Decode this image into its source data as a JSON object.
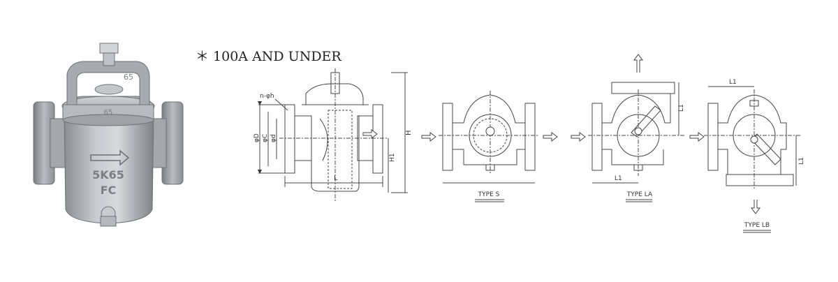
{
  "heading": "＊ 100A AND UNDER",
  "photo": {
    "cast_marks": [
      "65",
      "65",
      "5K65",
      "FC"
    ]
  },
  "section_view": {
    "labels": {
      "bolt_holes": "n-φh",
      "outer_dia": "φD",
      "pcd": "φC",
      "bore": "φd",
      "length": "L",
      "height": "H",
      "height_1": "H1"
    }
  },
  "types": [
    {
      "caption": "TYPE S"
    },
    {
      "caption": "TYPE LA",
      "dim": "L1"
    },
    {
      "caption": "TYPE LB",
      "dim": "L1"
    }
  ]
}
